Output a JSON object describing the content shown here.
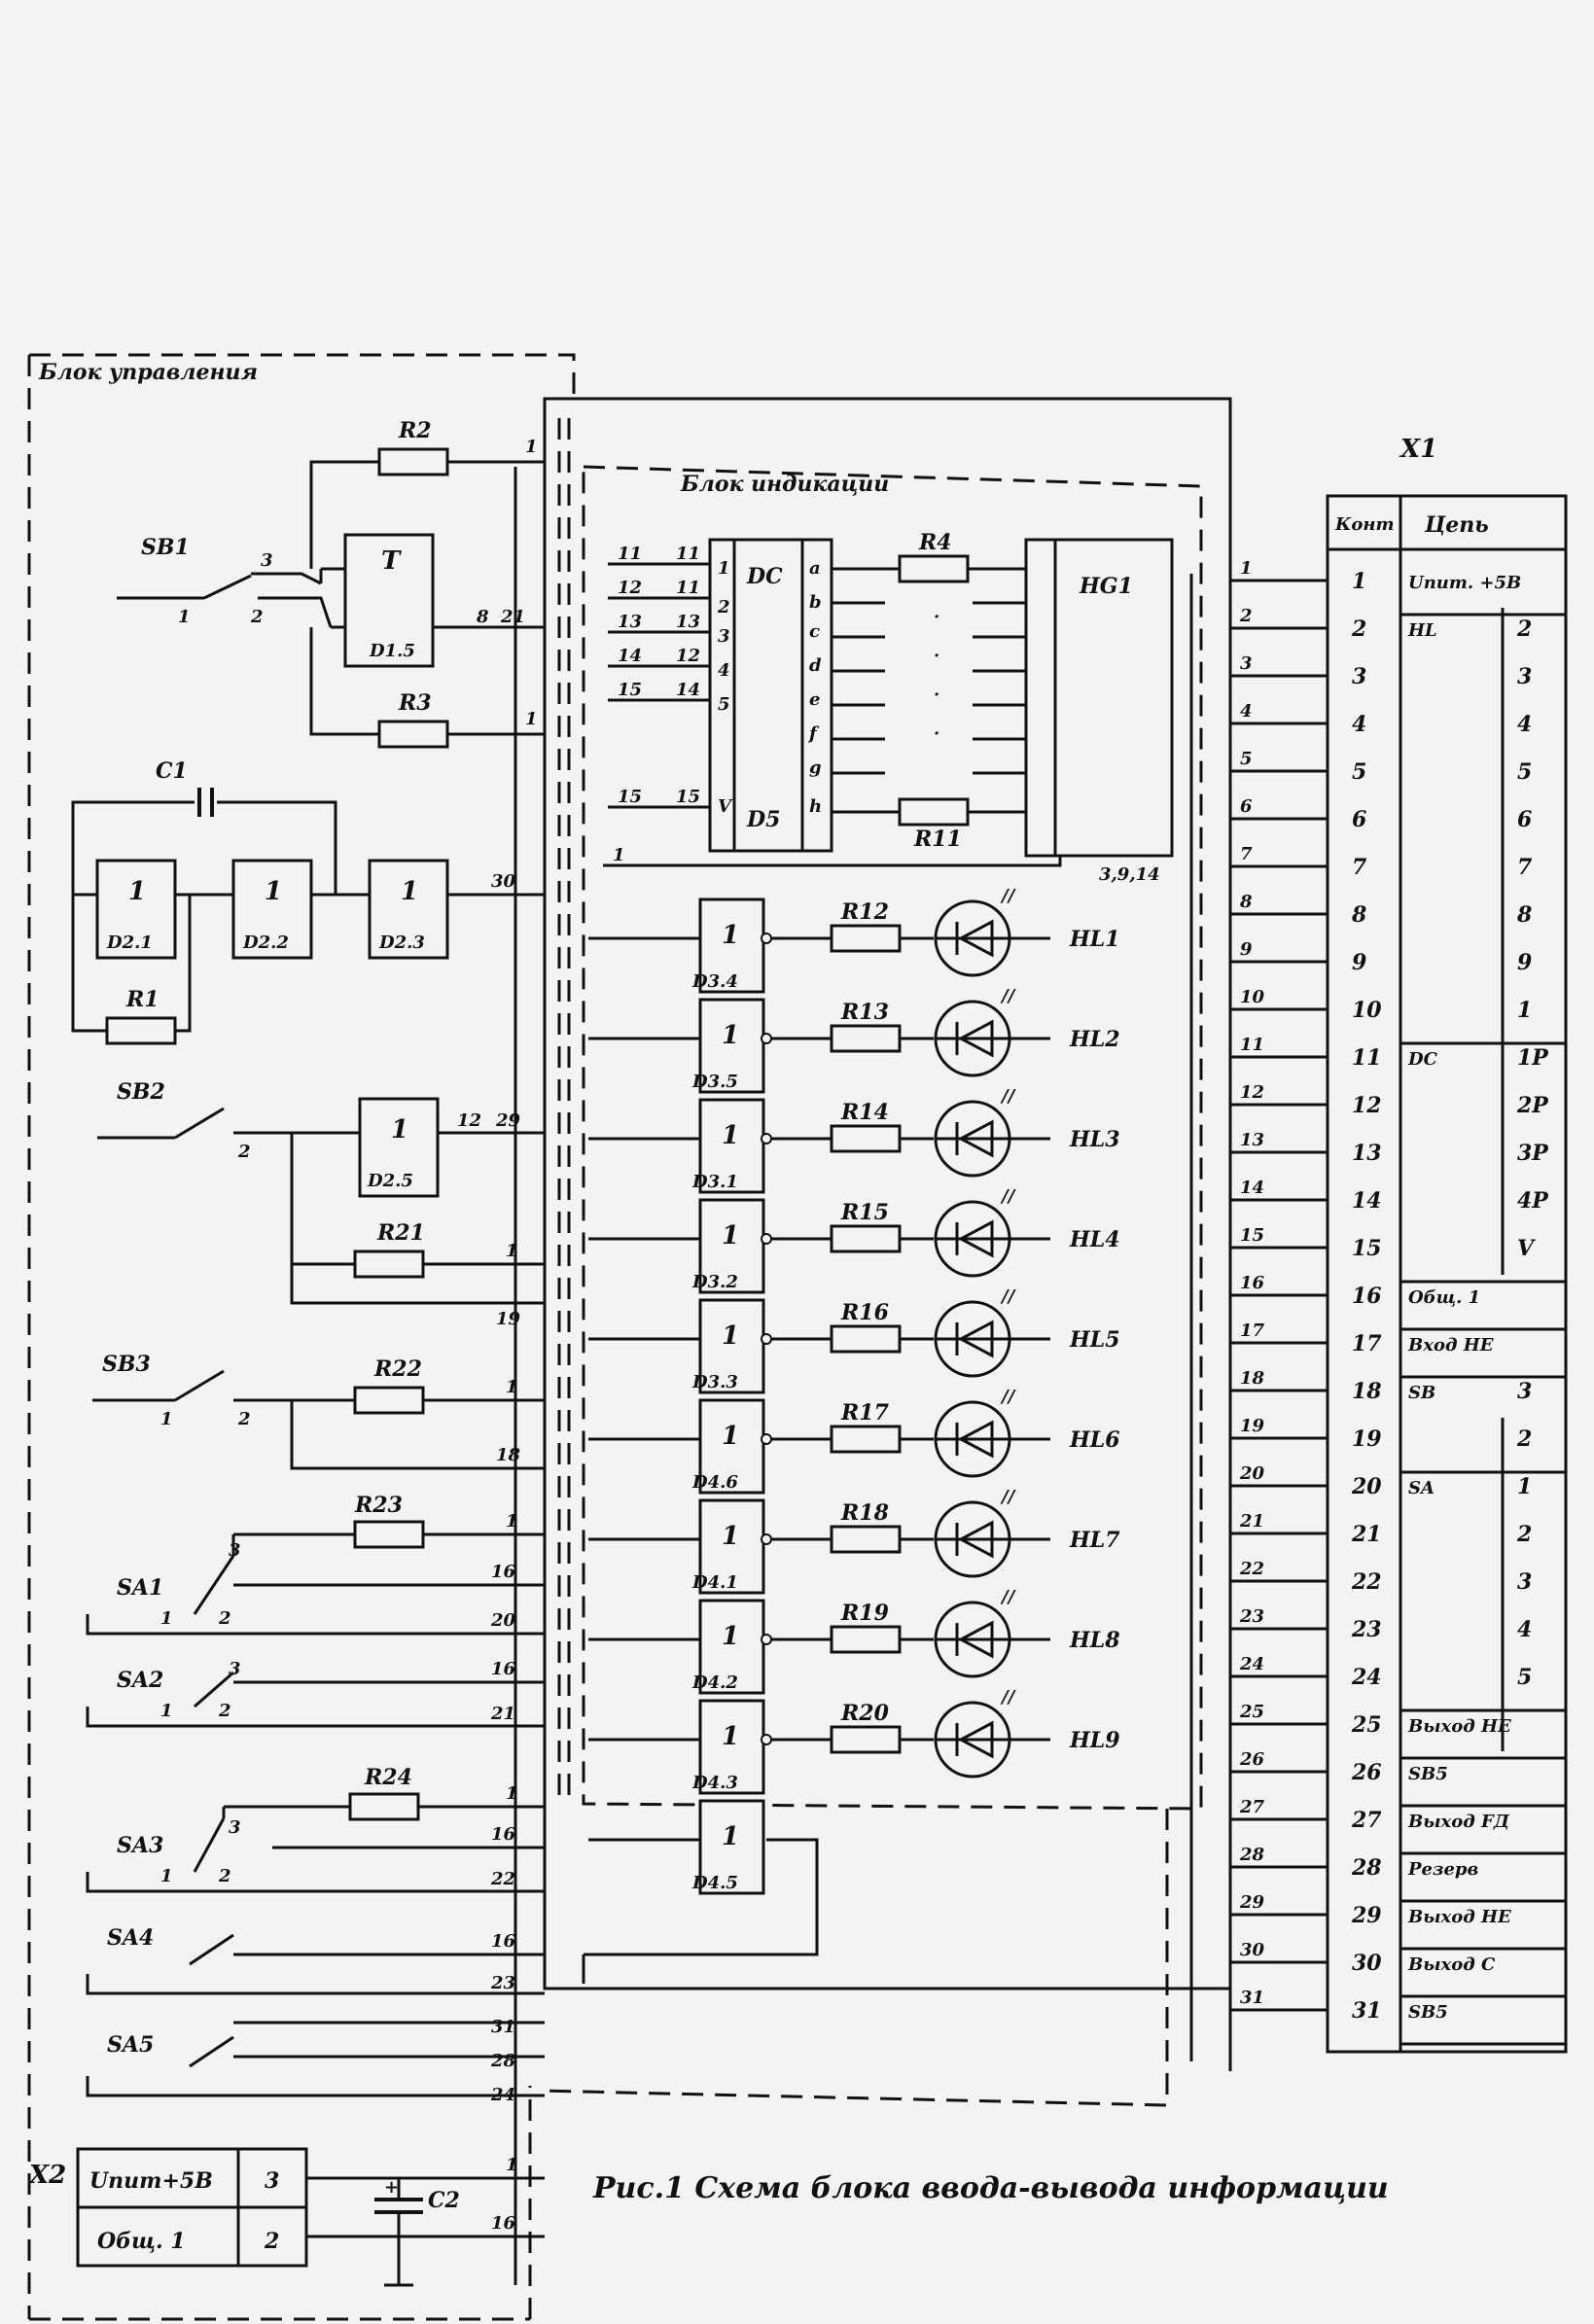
{
  "caption": "Рис.1  Схема блока ввода-вывода информации",
  "blocks": {
    "control": "Блок управления",
    "display": "Блок индикации"
  },
  "connectors": {
    "x1": "X1",
    "x2": "X2",
    "x1_head_contact": "Конт",
    "x1_head_circuit": "Цепь",
    "x1_rows": [
      {
        "pin": "1",
        "name": "Uпит. +5В"
      },
      {
        "pin": "2",
        "name": "HL",
        "sub": "2"
      },
      {
        "pin": "3",
        "sub": "3"
      },
      {
        "pin": "4",
        "sub": "4"
      },
      {
        "pin": "5",
        "sub": "5"
      },
      {
        "pin": "6",
        "sub": "6"
      },
      {
        "pin": "7",
        "sub": "7"
      },
      {
        "pin": "8",
        "sub": "8"
      },
      {
        "pin": "9",
        "sub": "9"
      },
      {
        "pin": "10",
        "sub": "1"
      },
      {
        "pin": "11",
        "name": "DC",
        "sub": "1Р"
      },
      {
        "pin": "12",
        "sub": "2Р"
      },
      {
        "pin": "13",
        "sub": "3Р"
      },
      {
        "pin": "14",
        "sub": "4Р"
      },
      {
        "pin": "15",
        "sub": "V"
      },
      {
        "pin": "16",
        "name": "Общ. 1"
      },
      {
        "pin": "17",
        "name": "Вход НЕ"
      },
      {
        "pin": "18",
        "name": "SB",
        "sub": "3"
      },
      {
        "pin": "19",
        "sub": "2"
      },
      {
        "pin": "20",
        "name": "SA",
        "sub": "1"
      },
      {
        "pin": "21",
        "sub": "2"
      },
      {
        "pin": "22",
        "sub": "3"
      },
      {
        "pin": "23",
        "sub": "4"
      },
      {
        "pin": "24",
        "sub": "5"
      },
      {
        "pin": "25",
        "name": "Выход НЕ"
      },
      {
        "pin": "26",
        "name": "SB5"
      },
      {
        "pin": "27",
        "name": "Выход FД"
      },
      {
        "pin": "28",
        "name": "Резерв"
      },
      {
        "pin": "29",
        "name": "Выход НЕ"
      },
      {
        "pin": "30",
        "name": "Выход С"
      },
      {
        "pin": "31",
        "name": "SB5"
      }
    ],
    "x2_rows": [
      {
        "name": "Uпит+5В",
        "pin": "3"
      },
      {
        "name": "Общ. 1",
        "pin": "2"
      }
    ]
  },
  "components": {
    "r2": "R2",
    "r3": "R3",
    "c1": "C1",
    "r1": "R1",
    "r21": "R21",
    "r22": "R22",
    "r23": "R23",
    "r24": "R24",
    "r4": "R4",
    "r11": "R11",
    "c2": "C2",
    "sb1": "SB1",
    "sb2": "SB2",
    "sb3": "SB3",
    "sa1": "SA1",
    "sa2": "SA2",
    "sa3": "SA3",
    "sa4": "SA4",
    "sa5": "SA5",
    "dd_t": "T",
    "dd_t_ref": "D1.5",
    "dd21": "D2.1",
    "dd22": "D2.2",
    "dd23": "D2.3",
    "dd25": "D2.5",
    "dc": "DC",
    "dc_ref": "D5",
    "hg1": "HG1",
    "hg_pins_bottom": "3,9,14",
    "inv": "1"
  },
  "leds": [
    {
      "ref": "HL1",
      "r": "R12",
      "gate": "D3.4"
    },
    {
      "ref": "HL2",
      "r": "R13",
      "gate": "D3.5"
    },
    {
      "ref": "HL3",
      "r": "R14",
      "gate": "D3.1"
    },
    {
      "ref": "HL4",
      "r": "R15",
      "gate": "D3.2"
    },
    {
      "ref": "HL5",
      "r": "R16",
      "gate": "D3.3"
    },
    {
      "ref": "HL6",
      "r": "R17",
      "gate": "D4.6"
    },
    {
      "ref": "HL7",
      "r": "R18",
      "gate": "D4.1"
    },
    {
      "ref": "HL8",
      "r": "R19",
      "gate": "D4.2"
    },
    {
      "ref": "HL9",
      "r": "R20",
      "gate": "D4.3"
    }
  ],
  "last_gate": "D4.5"
}
